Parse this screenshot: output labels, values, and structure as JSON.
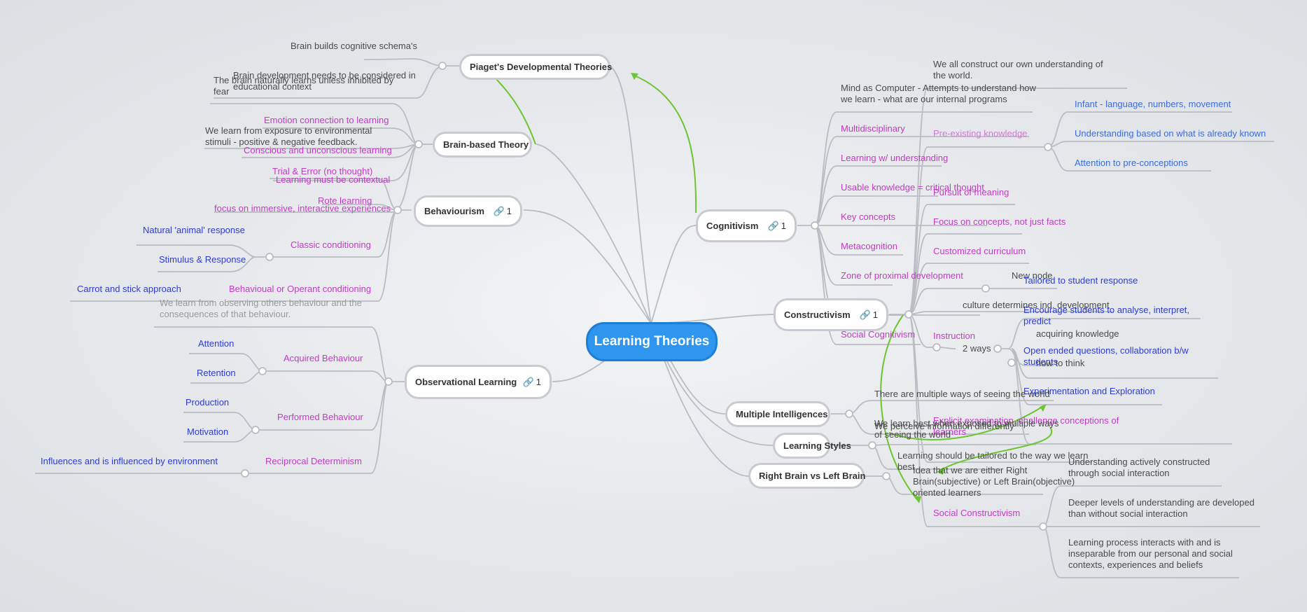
{
  "central": "Learning Theories",
  "topics": {
    "piaget": {
      "label": "Piaget's Developmental Theories"
    },
    "brain": {
      "label": "Brain-based Theory"
    },
    "behaviourism": {
      "label": "Behaviourism",
      "count": "1"
    },
    "observational": {
      "label": "Observational Learning",
      "count": "1"
    },
    "cognitivism": {
      "label": "Cognitivism",
      "count": "1"
    },
    "constructivism": {
      "label": "Constructivism",
      "count": "1"
    },
    "multiple": {
      "label": "Multiple Intelligences"
    },
    "styles": {
      "label": "Learning Styles"
    },
    "rightleft": {
      "label": "Right Brain vs Left Brain"
    }
  },
  "piaget_items": [
    "Brain builds cognitive schema's",
    "Brain development needs to be considered in educational context"
  ],
  "brain_items": [
    "The brain naturally learns unless inhibited by fear",
    "Emotion connection to learning",
    "We learn from exposure to environmental stimuli - positive & negative feedback.",
    "Conscious and unconscious learning",
    "Learning must be contextual",
    "focus on immersive, interactive experiences"
  ],
  "behaviourism_items": {
    "trial": "Trial & Error (no thought)",
    "rote": "Rote learning",
    "classic": "Classic conditioning",
    "natural": "Natural 'animal' response",
    "stimulus": "Stimulus & Response",
    "operant": "Behavioual or Operant conditioning",
    "carrot": "Carrot and stick approach"
  },
  "observational_items": {
    "desc": "We learn from observing others behaviour and the consequences of that behaviour.",
    "acquired": "Acquired Behaviour",
    "attention": "Attention",
    "retention": "Retention",
    "performed": "Performed Behaviour",
    "production": "Production",
    "motivation": "Motivation",
    "reciprocal": "Reciprocal Determinism",
    "influences": "Influences and is influenced by environment"
  },
  "cognitivism_items": {
    "mind": "Mind as Computer - Attempts to understand how we learn - what are our internal programs",
    "multi": "Multidisciplinary",
    "understanding": "Learning w/ understanding",
    "usable": "Usable knowledge = critical thought",
    "key": "Key concepts",
    "meta": "Metacognition",
    "zone": "Zone of proximal development",
    "social": "Social Cognitivism"
  },
  "constructivism_items": {
    "own": "We all construct our own understanding of the world.",
    "preexisting": "Pre-existing knowledge",
    "infant": "Infant - language, numbers, movement",
    "based": "Understanding based on what is already known",
    "preconceptions": "Attention to pre-conceptions",
    "meaning": "Pursuit of meaning",
    "concepts": "Focus on concepts, not just facts",
    "curriculum": "Customized curriculum",
    "newnode": "New node",
    "tailored": "Tailored to student response",
    "culture": "culture determines ind. development",
    "instruction": "Instruction",
    "encourage": "Encourage students to analyse, interpret, predict",
    "twoways": "2 ways",
    "acquiring": "acquiring knowledge",
    "openended": "Open ended questions, collaboration b/w students",
    "howthink": "how to think",
    "experimentation": "Experimentation and Exploration",
    "explicit": "Explicit examination, challenge conceptions of learners",
    "socialcon": "Social Constructivism",
    "actively": "Understanding actively constructed through social interaction",
    "deeper": "Deeper levels of understanding are developed than without social interaction",
    "process": "Learning process interacts with and is inseparable from our personal and social contexts, experiences and beliefs"
  },
  "multiple_items": [
    "There are multiple ways of seeing the world",
    "We perceive information differently"
  ],
  "styles_items": [
    "We learn best when exposed to multiple ways of seeing the world",
    "Learning should be tailored to the way we learn best"
  ],
  "rightleft_items": [
    "Idea that we are either Right Brain(subjective) or Left Brain(objective) oriented learners"
  ],
  "colors": {
    "central": "#2f96f0",
    "pink": "#c23bc6",
    "blue": "#2c3bd4",
    "connector": "#b9bcc2",
    "arrow": "#6cc531"
  }
}
